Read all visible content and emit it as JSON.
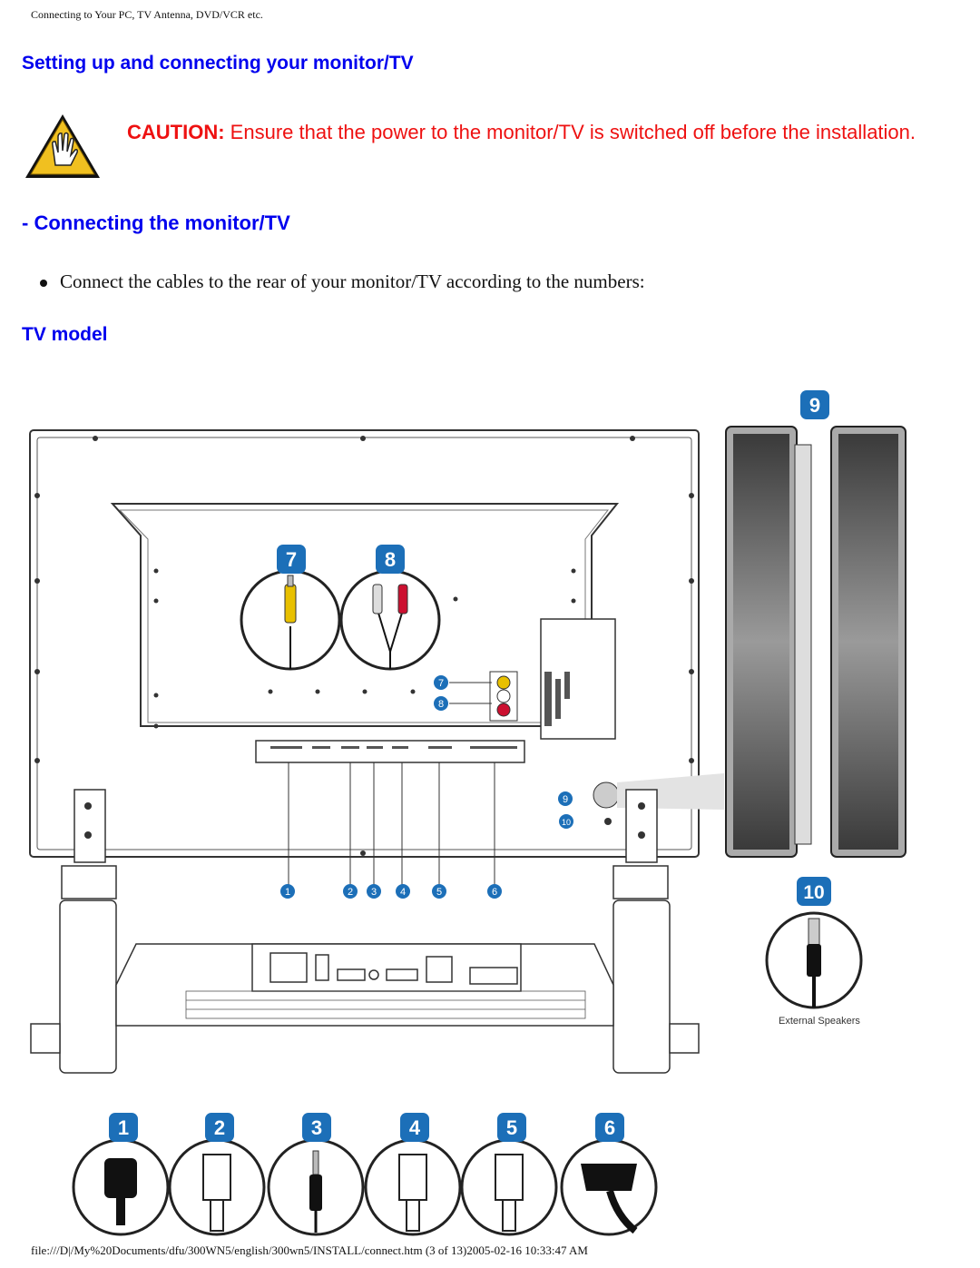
{
  "page": {
    "header_title": "Connecting to Your PC, TV Antenna, DVD/VCR etc.",
    "section_title": "Setting up and connecting your monitor/TV",
    "caution_label": "CAUTION:",
    "caution_text": "Ensure that the power to the monitor/TV is switched off before the installation.",
    "subsection_title": "- Connecting the monitor/TV",
    "bullet_text": "Connect the cables to the rear of your monitor/TV according to the numbers:",
    "model_title": "TV model",
    "footer_text": "file:///D|/My%20Documents/dfu/300WN5/english/300wn5/INSTALL/connect.htm (3 of 13)2005-02-16 10:33:47 AM"
  },
  "diagram": {
    "callouts": [
      "1",
      "2",
      "3",
      "4",
      "5",
      "6",
      "7",
      "8",
      "9",
      "10"
    ],
    "speaker_caption": "External Speakers",
    "colors": {
      "badge": "#1c6fb8",
      "caution_text": "#ee1111",
      "heading": "#0000ee",
      "yellow_plug": "#e8c000",
      "red_plug": "#cc1030"
    }
  }
}
